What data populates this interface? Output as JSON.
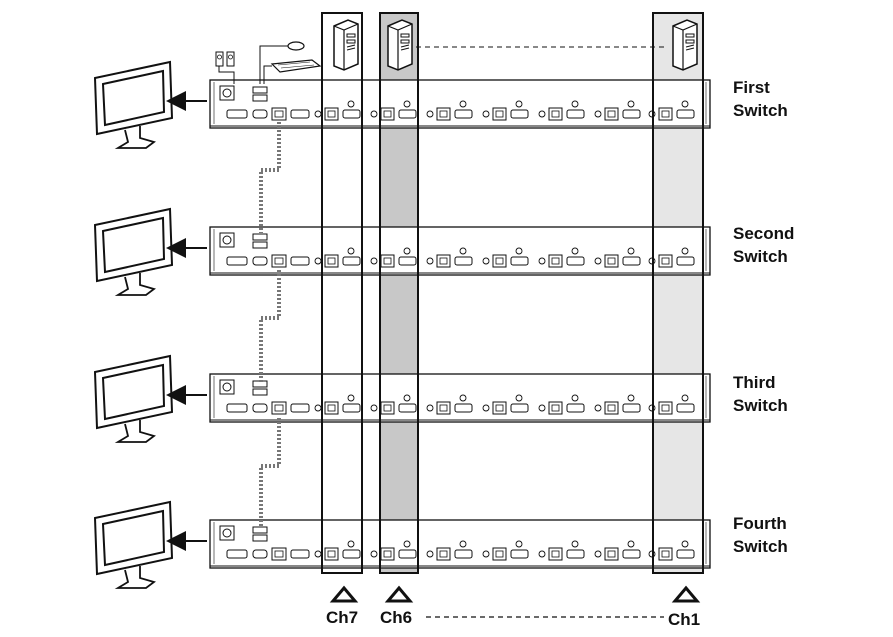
{
  "switches": [
    {
      "label_line1": "First",
      "label_line2": "Switch"
    },
    {
      "label_line1": "Second",
      "label_line2": "Switch"
    },
    {
      "label_line1": "Third",
      "label_line2": "Switch"
    },
    {
      "label_line1": "Fourth",
      "label_line2": "Switch"
    }
  ],
  "channels": [
    {
      "label": "Ch7"
    },
    {
      "label": "Ch6"
    },
    {
      "label": "Ch1"
    }
  ],
  "colors": {
    "stroke": "#1a1a1a",
    "ch6_fill": "#c8c8c8",
    "ch1_fill": "#e6e6e6",
    "cable": "#777777"
  }
}
